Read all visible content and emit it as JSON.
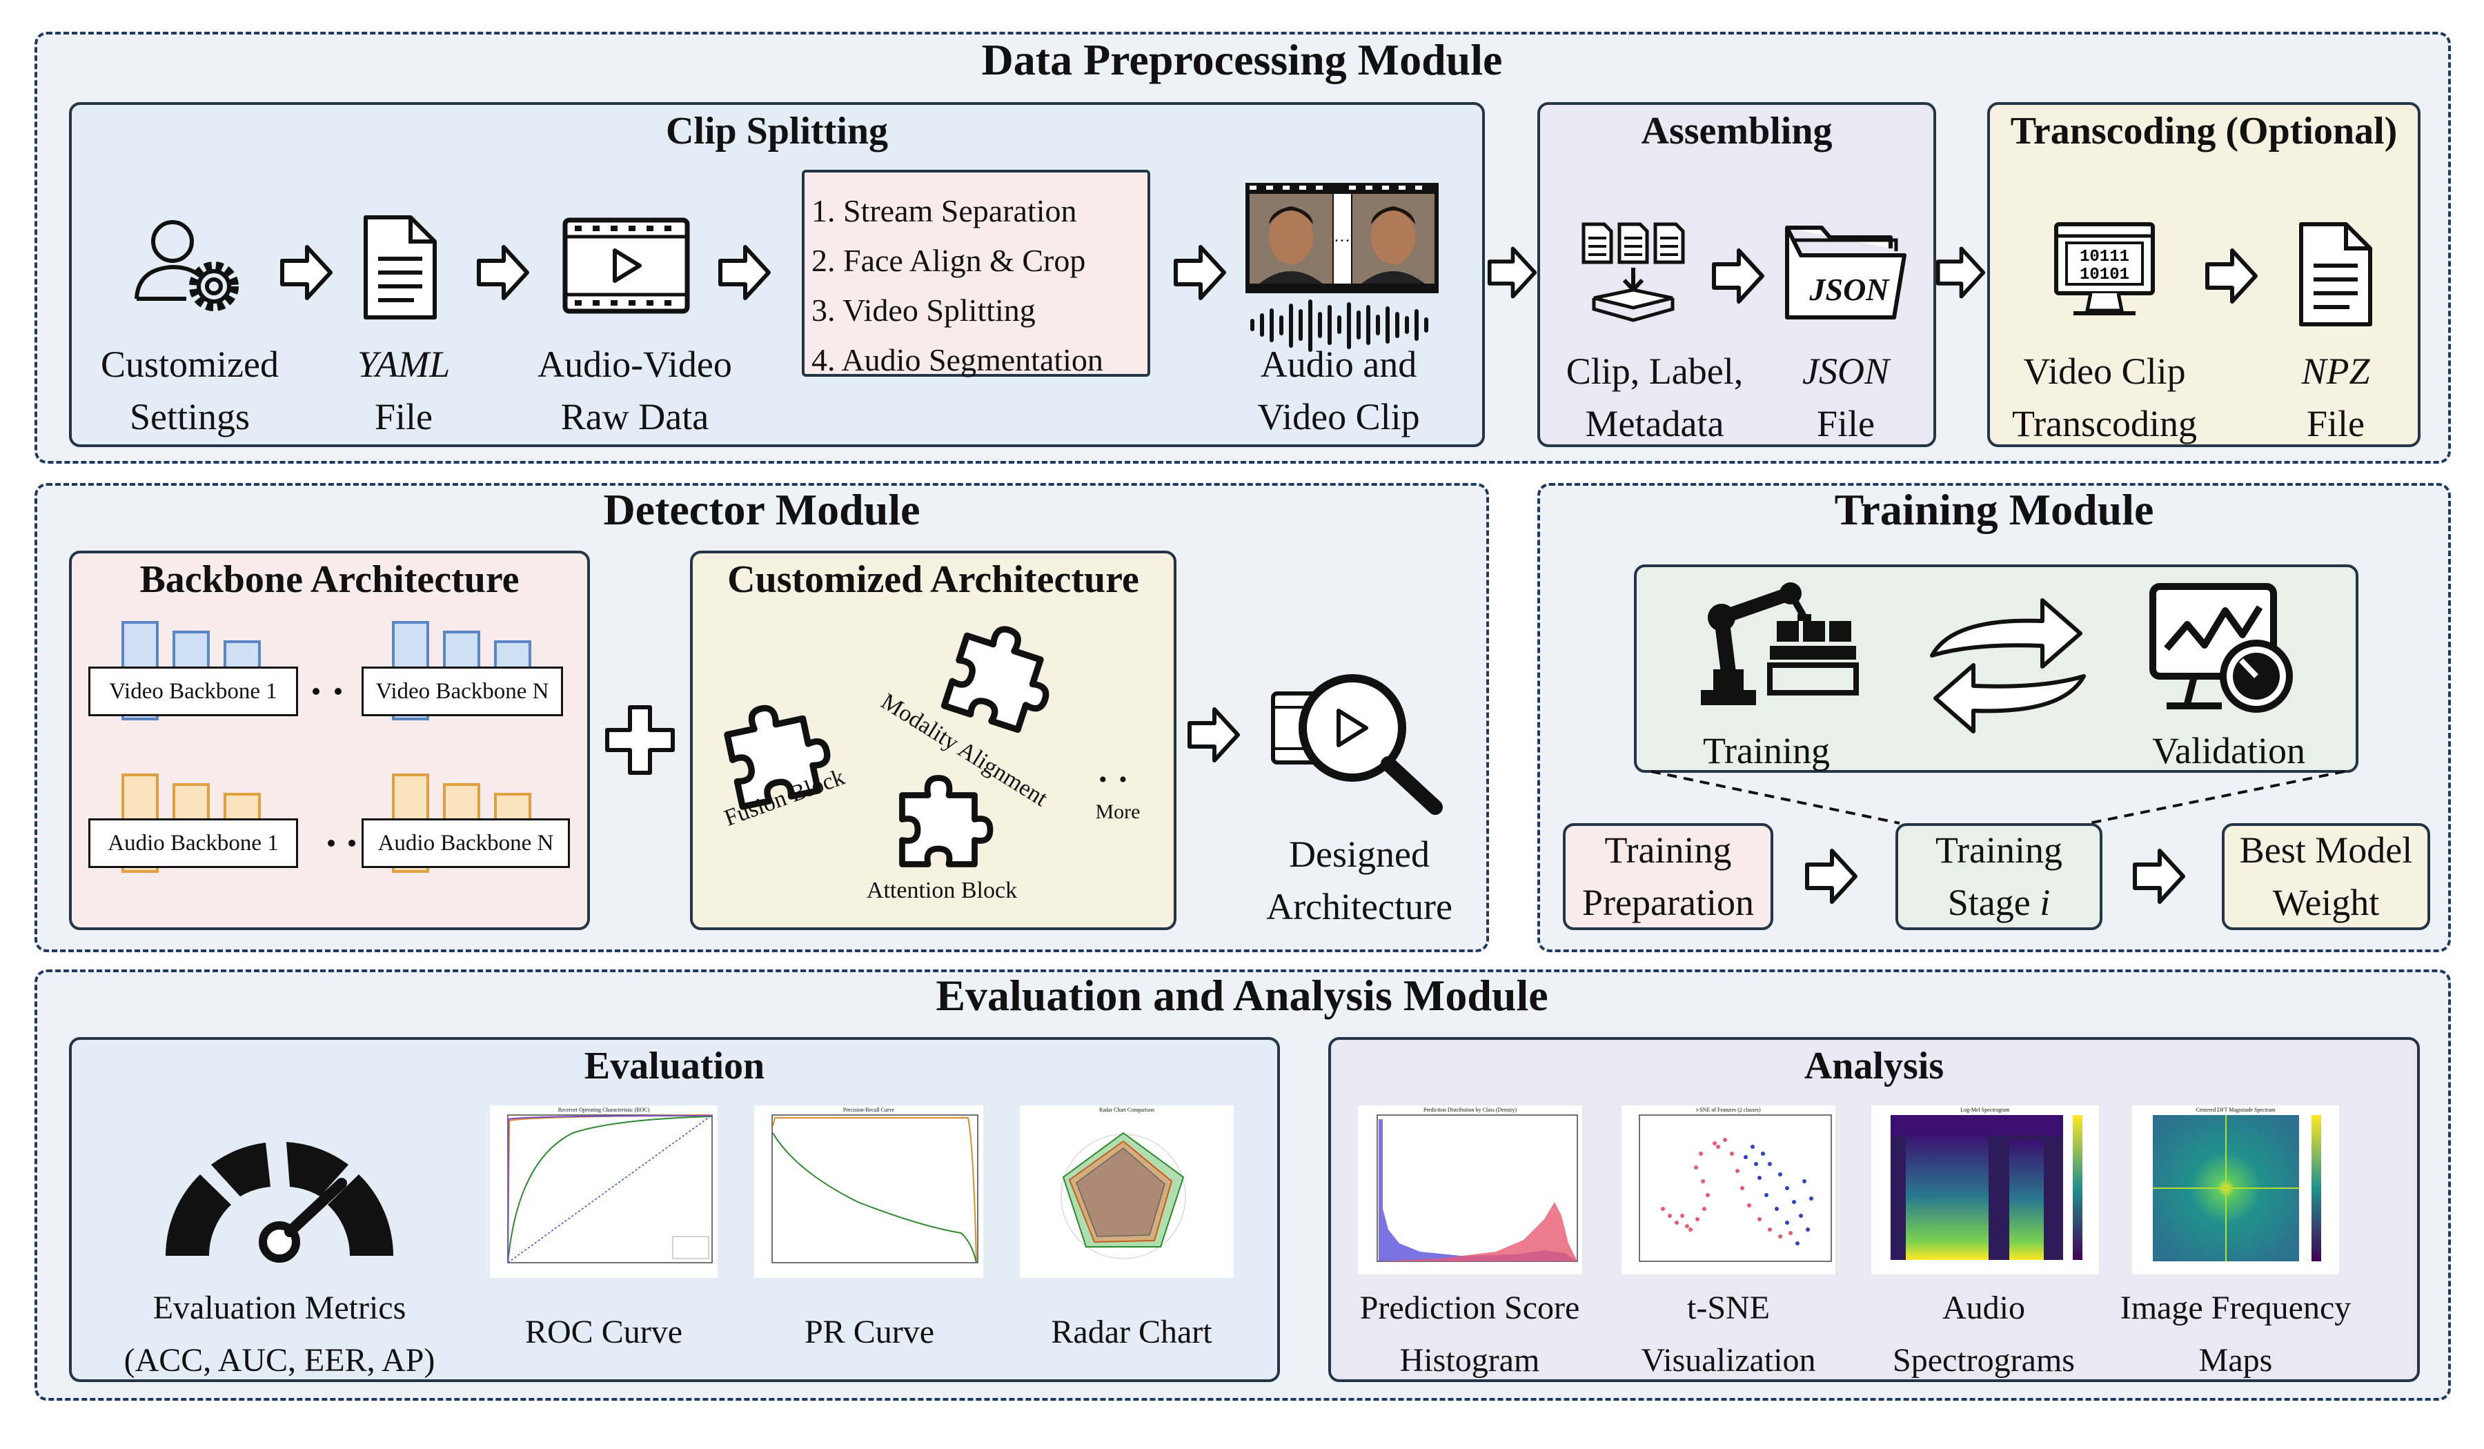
{
  "data_module": {
    "title": "Data Preprocessing Module",
    "clip_splitting": {
      "title": "Clip Splitting",
      "customized_settings": [
        "Customized",
        "Settings"
      ],
      "yaml_file": [
        "YAML",
        "File"
      ],
      "raw_data": [
        "Audio-Video",
        "Raw Data"
      ],
      "steps": [
        "1. Stream Separation",
        "2. Face Align & Crop",
        "3. Video Splitting",
        "4. Audio Segmentation"
      ],
      "clip": [
        "Audio and",
        "Video Clip"
      ]
    },
    "assembling": {
      "title": "Assembling",
      "clip_label": [
        "Clip, Label,",
        "Metadata"
      ],
      "json_file": [
        "JSON",
        "File"
      ],
      "json_icon_text": "JSON"
    },
    "transcoding": {
      "title": "Transcoding (Optional)",
      "video_transcoding": [
        "Video Clip",
        "Transcoding"
      ],
      "npz_file": [
        "NPZ",
        "File"
      ],
      "binary_text": [
        "10111",
        "10101"
      ]
    }
  },
  "detector_module": {
    "title": "Detector Module",
    "backbone": {
      "title": "Backbone Architecture",
      "video1": "Video Backbone 1",
      "videoN": "Video Backbone N",
      "audio1": "Audio Backbone 1",
      "audioN": "Audio Backbone N"
    },
    "customized": {
      "title": "Customized Architecture",
      "fusion": "Fusion Block",
      "modality": "Modality Alignment",
      "attention": "Attention Block",
      "more": "More"
    },
    "designed": [
      "Designed",
      "Architecture"
    ]
  },
  "training_module": {
    "title": "Training Module",
    "training": "Training",
    "validation": "Validation",
    "preparation": [
      "Training",
      "Preparation"
    ],
    "stage": [
      "Training",
      "Stage",
      "i"
    ],
    "best": [
      "Best Model",
      "Weight"
    ]
  },
  "eval_module": {
    "title": "Evaluation and Analysis Module",
    "evaluation": {
      "title": "Evaluation",
      "metrics": [
        "Evaluation Metrics",
        "(ACC, AUC, EER, AP)"
      ],
      "roc": "ROC Curve",
      "pr": "PR Curve",
      "radar": "Radar Chart",
      "roc_title": "Receiver Operating Characteristic (ROC)",
      "pr_title": "Precision-Recall Curve",
      "radar_title": "Radar Chart Comparison"
    },
    "analysis": {
      "title": "Analysis",
      "histogram": [
        "Prediction Score",
        "Histogram"
      ],
      "tsne": [
        "t-SNE",
        "Visualization"
      ],
      "spectrogram": [
        "Audio",
        "Spectrograms"
      ],
      "frequency": [
        "Image Frequency",
        "Maps"
      ],
      "hist_title": "Prediction Distribution by Class (Density)",
      "tsne_title": "t-SNE of Features (2 classes)",
      "spec_title": "Log-Mel Spectrogram",
      "freq_title": "Centered DFT Magnitude Spectrum"
    }
  },
  "colors": {
    "module_border": "#1e3a5f",
    "blue_panel": "#e4ecf6",
    "pink_panel": "#f7ebeb",
    "cream_panel": "#f7f1e1",
    "lavender_panel": "#e9e8f3",
    "green_panel": "#e9efe9",
    "video_backbone": "#cfe0f5",
    "audio_backbone": "#fbe3bf"
  }
}
